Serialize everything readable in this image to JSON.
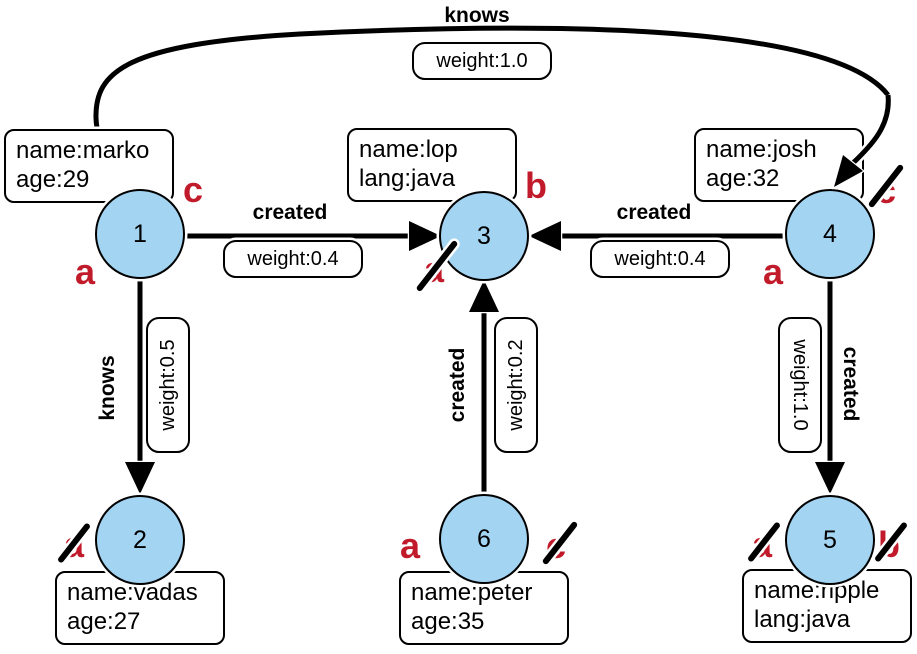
{
  "colors": {
    "node_fill": "#A3D4F2",
    "node_border": "#000000",
    "annotation_red": "#C11B2B",
    "edge": "#000000",
    "background": "#FFFFFF"
  },
  "nodes": [
    {
      "id": "1",
      "props": [
        "name:marko",
        "age:29"
      ],
      "annotations": [
        {
          "letter": "c",
          "struck": false,
          "position": "top-right"
        },
        {
          "letter": "a",
          "struck": false,
          "position": "bottom-left"
        }
      ]
    },
    {
      "id": "2",
      "props": [
        "name:vadas",
        "age:27"
      ],
      "annotations": [
        {
          "letter": "a",
          "struck": true,
          "position": "left"
        }
      ]
    },
    {
      "id": "3",
      "props": [
        "name:lop",
        "lang:java"
      ],
      "annotations": [
        {
          "letter": "b",
          "struck": false,
          "position": "top-right"
        },
        {
          "letter": "a",
          "struck": true,
          "position": "bottom-left"
        }
      ]
    },
    {
      "id": "4",
      "props": [
        "name:josh",
        "age:32"
      ],
      "annotations": [
        {
          "letter": "c",
          "struck": true,
          "position": "top-right"
        },
        {
          "letter": "a",
          "struck": false,
          "position": "bottom-left"
        }
      ]
    },
    {
      "id": "5",
      "props": [
        "name:ripple",
        "lang:java"
      ],
      "annotations": [
        {
          "letter": "a",
          "struck": true,
          "position": "left"
        },
        {
          "letter": "b",
          "struck": true,
          "position": "right"
        }
      ]
    },
    {
      "id": "6",
      "props": [
        "name:peter",
        "age:35"
      ],
      "annotations": [
        {
          "letter": "a",
          "struck": false,
          "position": "left"
        },
        {
          "letter": "c",
          "struck": true,
          "position": "right"
        }
      ]
    }
  ],
  "edges": [
    {
      "label": "knows",
      "weight": "weight:1.0",
      "from": "1",
      "to": "4"
    },
    {
      "label": "created",
      "weight": "weight:0.4",
      "from": "1",
      "to": "3"
    },
    {
      "label": "created",
      "weight": "weight:0.4",
      "from": "4",
      "to": "3"
    },
    {
      "label": "knows",
      "weight": "weight:0.5",
      "from": "1",
      "to": "2"
    },
    {
      "label": "created",
      "weight": "weight:0.2",
      "from": "6",
      "to": "3"
    },
    {
      "label": "created",
      "weight": "weight:1.0",
      "from": "4",
      "to": "5"
    }
  ]
}
